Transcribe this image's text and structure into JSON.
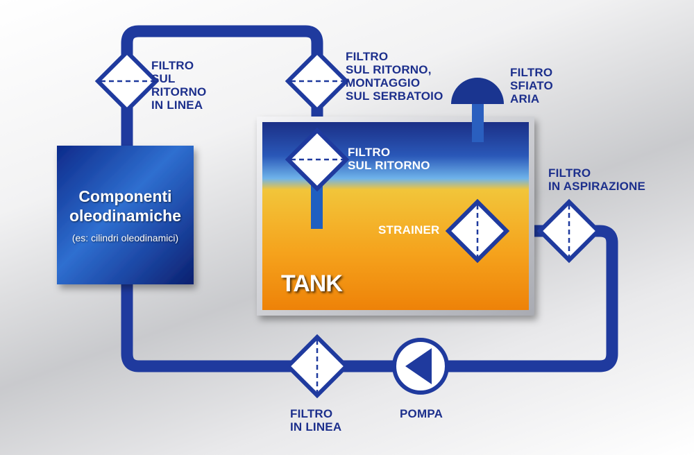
{
  "components": {
    "title": "Componenti\noleodinamiche",
    "subtitle": "(es: cilindri oleodinamici)"
  },
  "tank": {
    "label": "TANK"
  },
  "labels": {
    "inline_return_filter": "FILTRO\nSUL\nRITORNO\nIN LINEA",
    "tank_mounted_return_filter": "FILTRO\nSUL RITORNO,\nMONTAGGIO\nSUL SERBATOIO",
    "air_breather_filter": "FILTRO\nSFIATO\nARIA",
    "return_filter": "FILTRO\nSUL RITORNO",
    "suction_filter": "FILTRO\nIN ASPIRAZIONE",
    "strainer": "STRAINER",
    "inline_filter": "FILTRO\nIN LINEA",
    "pump": "POMPA"
  },
  "colors": {
    "pipe": "#1f3a9e",
    "pipe_dark": "#102670",
    "label_blue": "#1c2f8c",
    "tank_top": "#1a3a9a",
    "tank_bottom": "#f08a10",
    "filter_fill": "#ffffff"
  },
  "icons": [
    "diamond-filter-icon",
    "pump-icon",
    "breather-cap-icon"
  ]
}
